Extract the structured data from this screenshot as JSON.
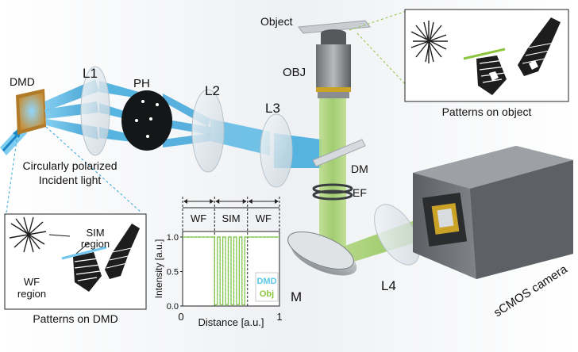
{
  "labels": {
    "dmd": "DMD",
    "l1": "L1",
    "ph": "PH",
    "l2": "L2",
    "l3": "L3",
    "object": "Object",
    "obj": "OBJ",
    "dm": "DM",
    "ef": "EF",
    "m": "M",
    "l4": "L4",
    "camera": "sCMOS camera",
    "incident_line1": "Circularly polarized",
    "incident_line2": "Incident light"
  },
  "inset_object": {
    "caption": "Patterns on object"
  },
  "inset_dmd": {
    "caption": "Patterns on DMD",
    "sim_label_line1": "SIM",
    "sim_label_line2": "region",
    "wf_label_line1": "WF",
    "wf_label_line2": "region"
  },
  "chart_data": {
    "type": "line",
    "regions": [
      "WF",
      "SIM",
      "WF"
    ],
    "region_bounds": [
      0,
      0.33,
      0.67,
      1.0
    ],
    "xlabel": "Distance [a.u.]",
    "ylabel": "Intensity [a.u.]",
    "x_ticks": [
      "0",
      "1"
    ],
    "y_ticks": [
      "0.0",
      "0.5",
      "1.0"
    ],
    "xlim": [
      0,
      1
    ],
    "ylim": [
      0,
      1.08
    ],
    "sim_cycles": 6,
    "series": [
      {
        "name": "DMD",
        "color": "#5bc8e8",
        "dash": true,
        "wf_level": 1.0
      },
      {
        "name": "Obj",
        "color": "#8cc63f",
        "dash": false,
        "wf_level": 1.0
      }
    ],
    "legend": "bottom-right"
  },
  "colors": {
    "beam_blue": "#2fa6d8",
    "beam_green": "#a5cf6a",
    "camera_gray": "#6e7276",
    "accent": "#3aa0d0"
  }
}
